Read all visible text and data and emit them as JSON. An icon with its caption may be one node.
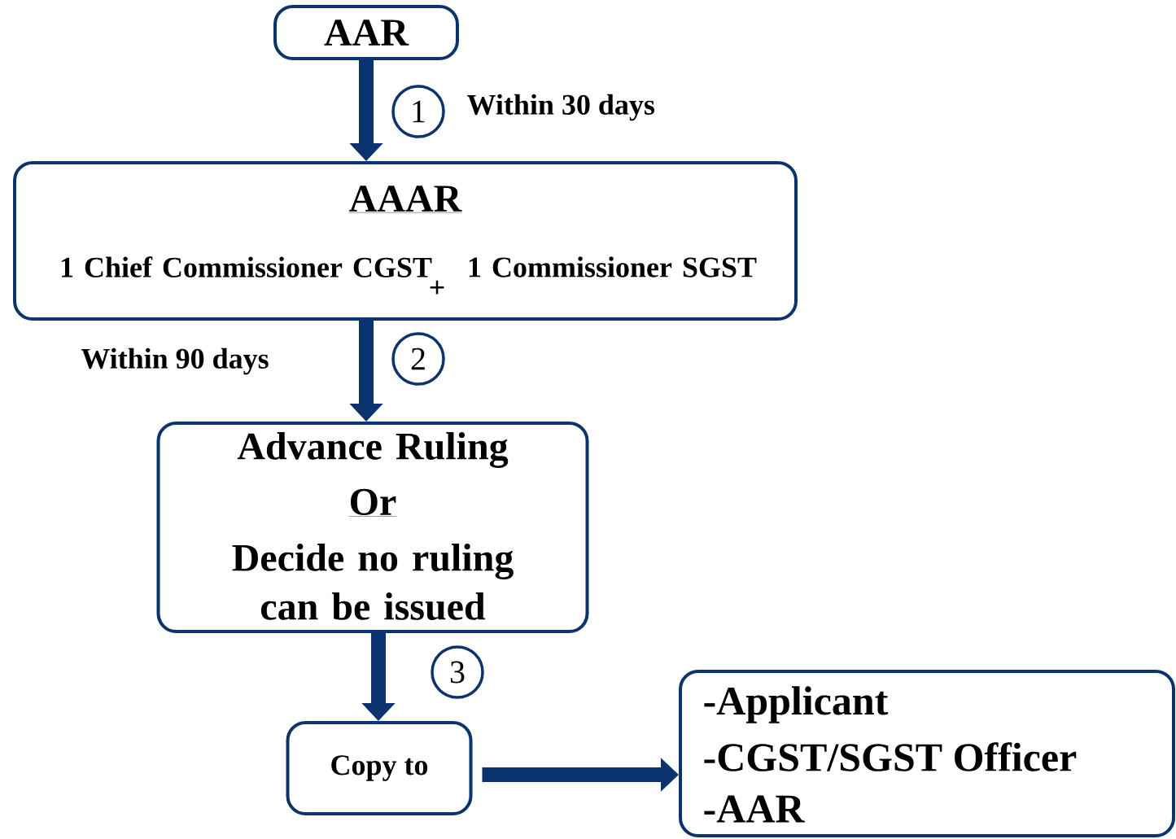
{
  "diagram": {
    "nodes": [
      {
        "text": [
          "AAR"
        ]
      },
      {
        "text": [
          "1"
        ]
      },
      {
        "text": [
          "AAAR",
          "1 Chief Commissioner CGST",
          "+",
          "1 Commissioner SGST"
        ]
      },
      {
        "text": [
          "2"
        ]
      },
      {
        "text": [
          "Advance Ruling",
          "Or",
          "Decide no ruling can be issued"
        ]
      },
      {
        "text": [
          "3"
        ]
      },
      {
        "text": [
          "Copy to"
        ]
      },
      {
        "text": [
          "-Applicant",
          "-CGST/SGST Officer",
          "-AAR"
        ]
      }
    ],
    "edges": [
      {
        "from": 0,
        "to": 2,
        "arrow": "to"
      },
      {
        "from": 2,
        "to": 4,
        "arrow": "to"
      },
      {
        "from": 4,
        "to": 6,
        "arrow": "to"
      },
      {
        "from": 6,
        "to": 7,
        "arrow": "to"
      }
    ],
    "labels": [
      "Within 30 days",
      "Within 90 days"
    ]
  }
}
